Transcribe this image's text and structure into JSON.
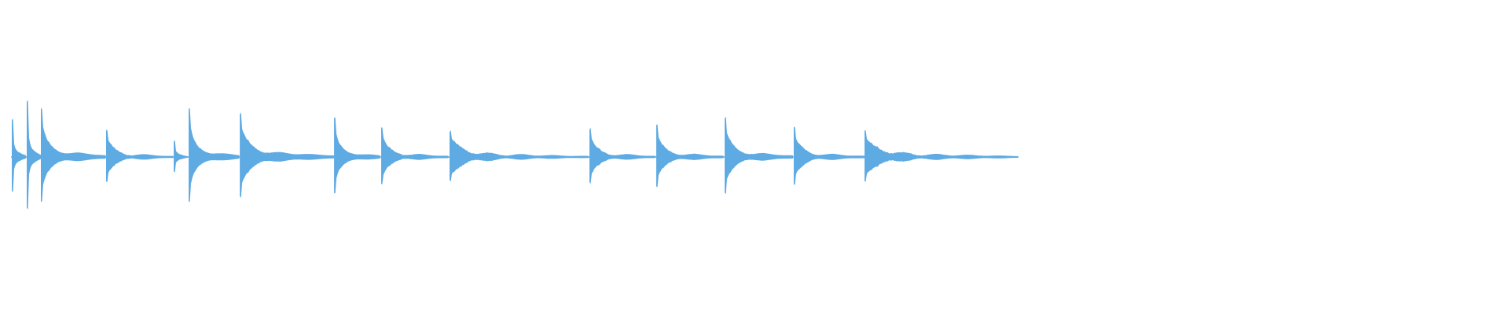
{
  "waveform": {
    "color": "#5eaae3",
    "background": "#ffffff",
    "end_time_fraction": 0.675,
    "segments": [
      {
        "name": "waveform-onset-1",
        "start": 0.0078,
        "end": 0.0177,
        "peak": 0.66
      },
      {
        "name": "waveform-onset-2",
        "start": 0.0177,
        "end": 0.0271,
        "peak": 1.0
      },
      {
        "name": "waveform-onset-3",
        "start": 0.0271,
        "end": 0.0703,
        "peak": 0.85
      },
      {
        "name": "waveform-onset-4",
        "start": 0.0703,
        "end": 0.1151,
        "peak": 0.48
      },
      {
        "name": "waveform-onset-5",
        "start": 0.1151,
        "end": 0.125,
        "peak": 0.28
      },
      {
        "name": "waveform-onset-6",
        "start": 0.125,
        "end": 0.1589,
        "peak": 0.87
      },
      {
        "name": "waveform-onset-7",
        "start": 0.1589,
        "end": 0.2214,
        "peak": 0.77
      },
      {
        "name": "waveform-onset-8",
        "start": 0.2214,
        "end": 0.2526,
        "peak": 0.7
      },
      {
        "name": "waveform-onset-9",
        "start": 0.2526,
        "end": 0.2979,
        "peak": 0.52
      },
      {
        "name": "waveform-onset-10",
        "start": 0.2979,
        "end": 0.3906,
        "peak": 0.45
      },
      {
        "name": "waveform-onset-11",
        "start": 0.3906,
        "end": 0.4349,
        "peak": 0.5
      },
      {
        "name": "waveform-onset-12",
        "start": 0.4349,
        "end": 0.4802,
        "peak": 0.55
      },
      {
        "name": "waveform-onset-13",
        "start": 0.4802,
        "end": 0.526,
        "peak": 0.7
      },
      {
        "name": "waveform-onset-14",
        "start": 0.526,
        "end": 0.5729,
        "peak": 0.53
      },
      {
        "name": "waveform-onset-15",
        "start": 0.5729,
        "end": 0.675,
        "peak": 0.46
      }
    ]
  }
}
